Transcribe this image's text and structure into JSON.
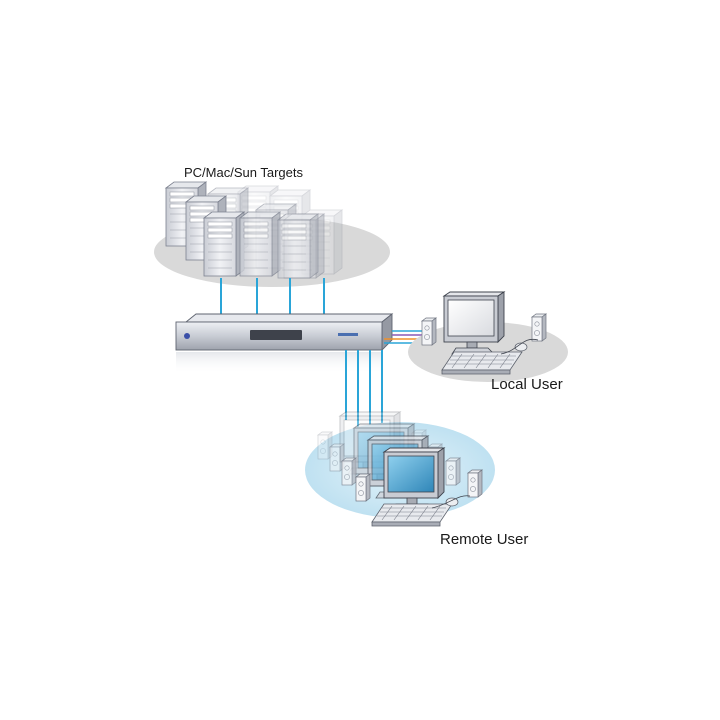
{
  "labels": {
    "targets": "PC/Mac/Sun Targets",
    "local_user": "Local User",
    "remote_user": "Remote User"
  },
  "icons": {
    "targets": "server-tower-icon",
    "switch": "kvm-switch-icon",
    "local": "workstation-icon",
    "remote": "workstation-icon"
  },
  "colors": {
    "cable_video": "#2aa5d8",
    "cable_orange": "#f0902a",
    "cable_purple": "#8a5ab5",
    "shadow": "#d8d8d8",
    "remote_glow": "#c9e6f3",
    "screen_blue": "#3a96c8"
  }
}
